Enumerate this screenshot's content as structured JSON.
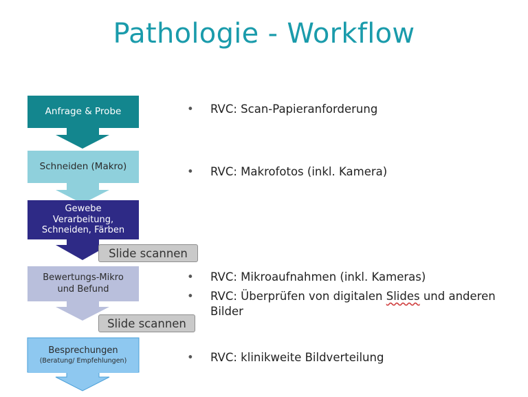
{
  "title": "Pathologie - Workflow",
  "colors": {
    "title": "#1a9bab",
    "step1": "#13868e",
    "step2": "#8fd0dc",
    "step3": "#2e2a86",
    "step4": "#b9bfdc",
    "step5": "#8ec8f0",
    "scan": "#c9c9c9"
  },
  "steps": [
    {
      "label": "Anfrage & Probe",
      "sublabel": ""
    },
    {
      "label": "Schneiden (Makro)",
      "sublabel": ""
    },
    {
      "label": "Gewebe\nVerarbeitung,\nSchneiden, Färben",
      "sublabel": ""
    },
    {
      "label": "Bewertungs-Mikro\nund Befund",
      "sublabel": ""
    },
    {
      "label": "Besprechungen",
      "sublabel": "(Beratung/ Empfehlungen)"
    }
  ],
  "scan_labels": [
    "Slide scannen",
    "Slide scannen"
  ],
  "bullet_groups": [
    {
      "items": [
        {
          "pre": "RVC: Scan-Papieranforderung",
          "mark": "",
          "post": ""
        }
      ]
    },
    {
      "items": [
        {
          "pre": "RVC: Makrofotos (inkl. Kamera)",
          "mark": "",
          "post": ""
        }
      ]
    },
    {
      "items": [
        {
          "pre": "RVC: Mikroaufnahmen (inkl. Kameras)",
          "mark": "",
          "post": ""
        },
        {
          "pre": "RVC: Überprüfen von digitalen ",
          "mark": "Slides",
          "post": " und anderen Bilder"
        }
      ]
    },
    {
      "items": [
        {
          "pre": "RVC: klinikweite Bildverteilung",
          "mark": "",
          "post": ""
        }
      ]
    }
  ],
  "bullet_symbol": "•"
}
